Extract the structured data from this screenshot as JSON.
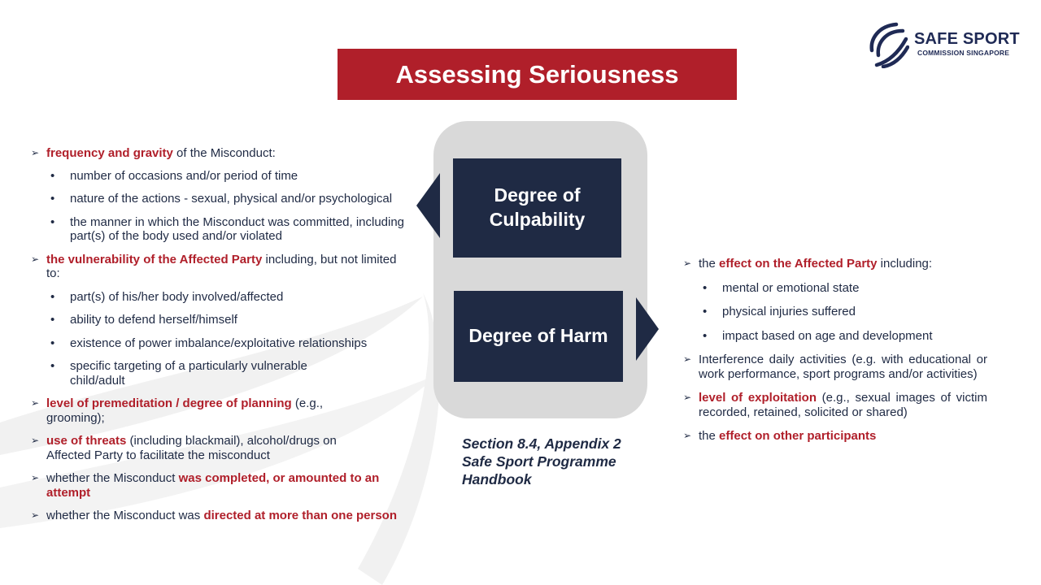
{
  "title": "Assessing Seriousness",
  "logo": {
    "line1": "SAFE SPORT",
    "line2": "COMMISSION SINGAPORE"
  },
  "boxes": {
    "culpability": "Degree of Culpability",
    "harm": "Degree of Harm"
  },
  "caption": [
    "Section 8.4, Appendix 2",
    "Safe Sport Programme",
    "Handbook"
  ],
  "colors": {
    "accent_red": "#b01f2a",
    "navy": "#1f2a44",
    "panel_grey": "#d9d9d9"
  },
  "left": {
    "i1": {
      "hl": "frequency and gravity",
      "rest": " of the Misconduct:"
    },
    "i1_subs": [
      "number of occasions and/or period of time",
      "nature of the actions - sexual, physical and/or psychological",
      "the manner in which the Misconduct was committed, including part(s) of the body used and/or violated"
    ],
    "i2": {
      "hl": "the vulnerability of the Affected Party",
      "rest": " including, but not limited to:"
    },
    "i2_subs": [
      "part(s) of his/her body involved/affected",
      "ability to defend herself/himself",
      "existence of power imbalance/exploitative relationships",
      "specific targeting of a particularly vulnerable child/adult"
    ],
    "i3": {
      "hl": "level of premeditation / degree of planning",
      "rest": " (e.g., grooming);"
    },
    "i4": {
      "hl": "use of threats",
      "rest": " (including blackmail), alcohol/drugs on Affected Party to facilitate the misconduct"
    },
    "i5": {
      "pre": "whether the Misconduct ",
      "hl": "was completed, or amounted to an attempt"
    },
    "i6": {
      "pre": "whether the Misconduct was ",
      "hl": "directed at more than one person"
    }
  },
  "right": {
    "r1": {
      "pre": "the ",
      "hl": "effect on the Affected Party",
      "rest": " including:"
    },
    "r1_subs": [
      "mental or emotional state",
      "physical injuries suffered",
      "impact based on age and development"
    ],
    "r2": "Interference daily activities (e.g. with educational or work performance, sport programs and/or activities)",
    "r3": {
      "hl": "level of exploitation",
      "rest": " (e.g., sexual images of victim recorded, retained, solicited or shared)"
    },
    "r4": {
      "pre": "the ",
      "hl": "effect on other participants"
    }
  }
}
